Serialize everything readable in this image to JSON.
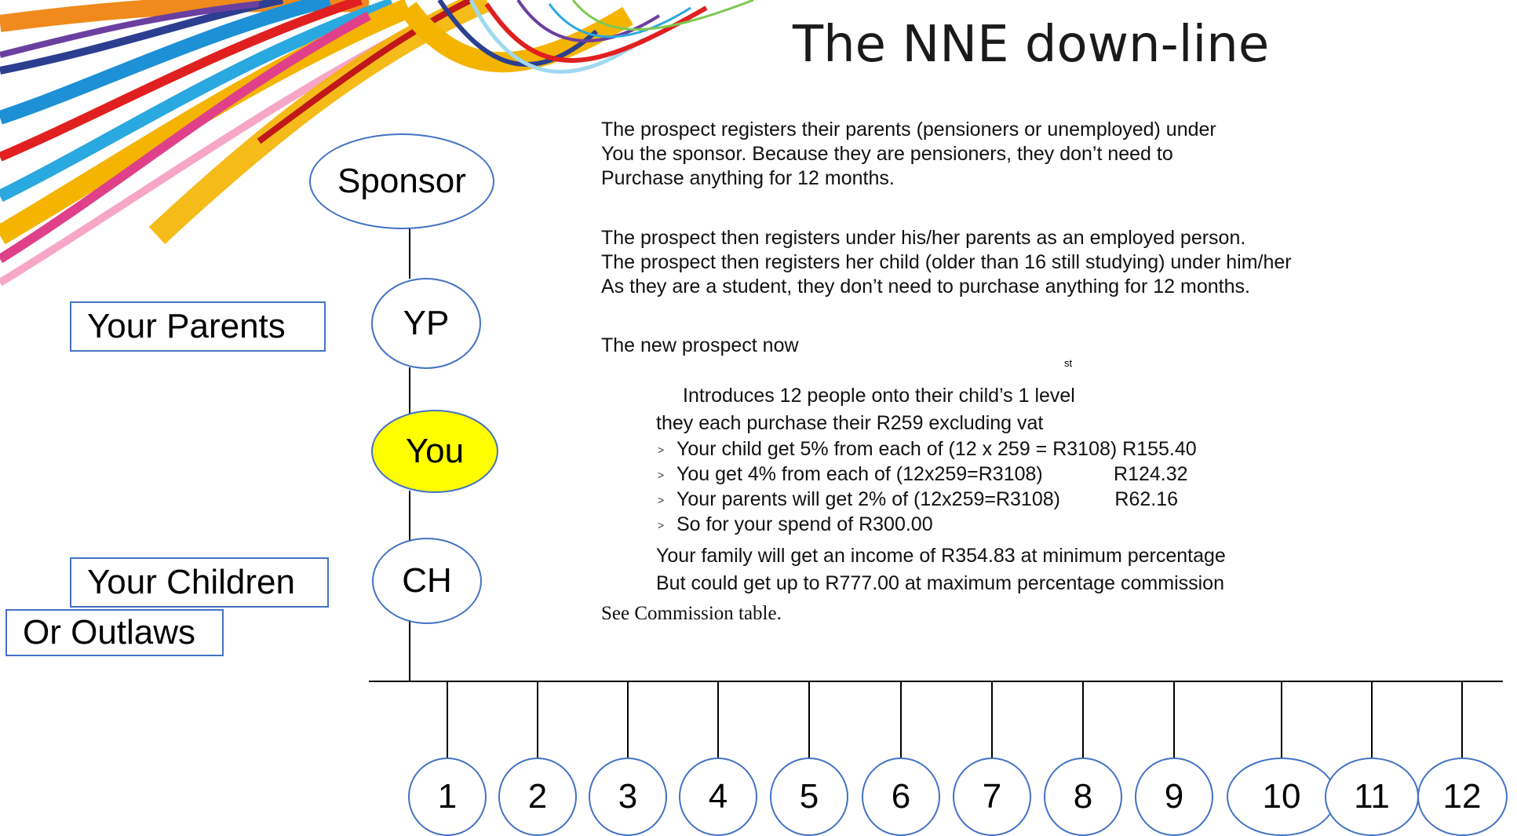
{
  "title": "The NNE down-line",
  "intro_paragraph_1": [
    "The prospect registers their parents (pensioners or unemployed) under",
    "You the sponsor. Because they are pensioners, they don’t need to",
    "Purchase anything for 12 months."
  ],
  "intro_paragraph_2": [
    "The prospect then registers under his/her parents as an employed person.",
    "The prospect then registers her child (older than 16 still studying) under him/her",
    "As they are a student, they don’t need to purchase  anything for 12 months."
  ],
  "new_prospect_label": "The new prospect now",
  "superscript": "st",
  "introduces_line": "Introduces 12 people onto their child’s 1   level",
  "purchase_line": "they each purchase their R259 excluding vat",
  "bullets": [
    "Your child get 5% from each of (12 x 259 = R3108) R155.40",
    "You get 4% from each of (12x259=R3108)             R124.32",
    "Your parents will get 2% of (12x259=R3108)          R62.16",
    "So for your spend of R300.00"
  ],
  "income_line": "Your family will get an income of R354.83 at minimum percentage",
  "max_line": "But could get up to R777.00 at maximum percentage commission",
  "see_table": "See Commission table.",
  "nodes": {
    "sponsor": "Sponsor",
    "yp": "YP",
    "you": "You",
    "ch": "CH"
  },
  "labels": {
    "parents": "Your Parents",
    "children": "Your Children",
    "outlaws": "Or Outlaws"
  },
  "recruits": [
    "1",
    "2",
    "3",
    "4",
    "5",
    "6",
    "7",
    "8",
    "9",
    "10",
    "11",
    "12"
  ],
  "colors": {
    "node_border": "#4472c4",
    "you_fill": "#ffff00"
  }
}
